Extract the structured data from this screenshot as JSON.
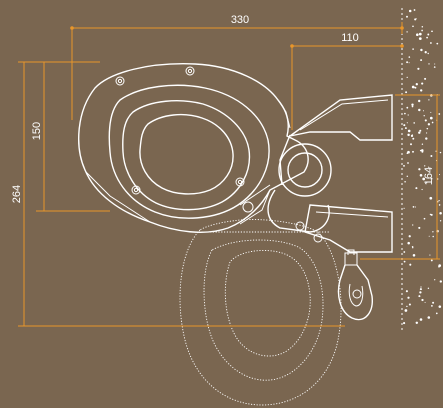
{
  "colors": {
    "background": "#7a6650",
    "dimension": "#e8962a",
    "outline": "#ffffff"
  },
  "dimensions": {
    "overall_width": "330",
    "wall_offset": "110",
    "bowl_height": "150",
    "overall_height": "264",
    "wall_height": "164"
  }
}
